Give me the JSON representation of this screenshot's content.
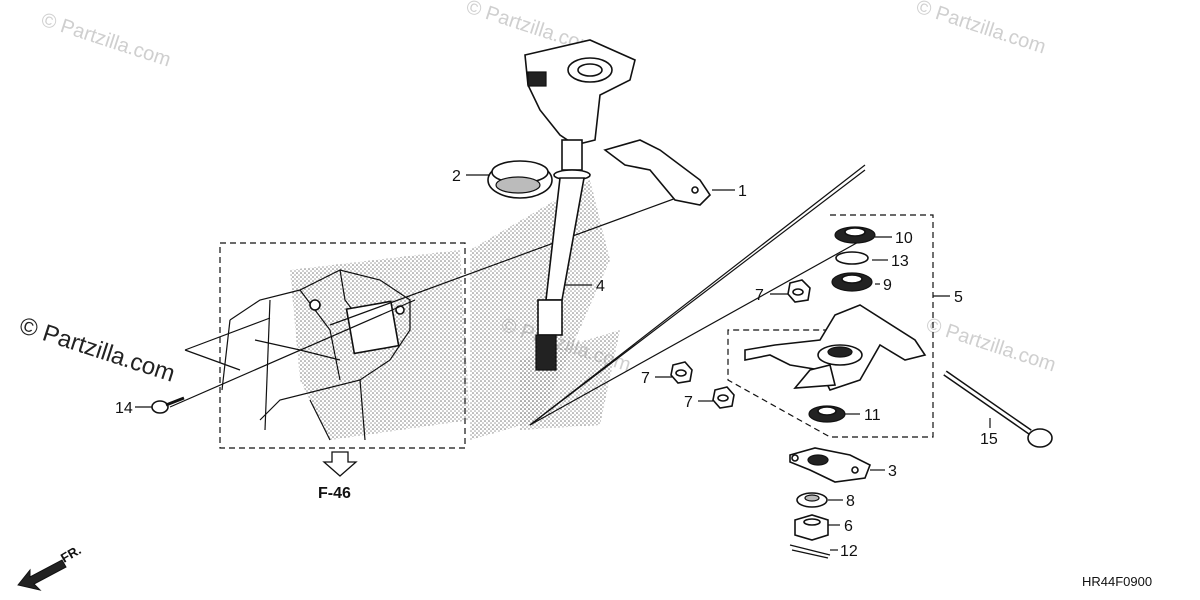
{
  "watermarks": [
    "© Partzilla.com",
    "© Partzilla.com",
    "© Partzilla.com",
    "© Partzilla.com",
    "© Partzilla.com"
  ],
  "watermark_main": "© Partzilla.com",
  "reference": "F-46",
  "diagram_code": "HR44F0900",
  "direction_label": "FR.",
  "callouts": {
    "c1": "1",
    "c2": "2",
    "c3": "3",
    "c4": "4",
    "c5": "5",
    "c6": "6",
    "c7a": "7",
    "c7b": "7",
    "c7c": "7",
    "c8": "8",
    "c9": "9",
    "c10": "10",
    "c11": "11",
    "c12": "12",
    "c13": "13",
    "c14": "14",
    "c15": "15"
  },
  "icons": {
    "arrow": "down-arrow-icon",
    "front": "front-direction-arrow-icon"
  }
}
